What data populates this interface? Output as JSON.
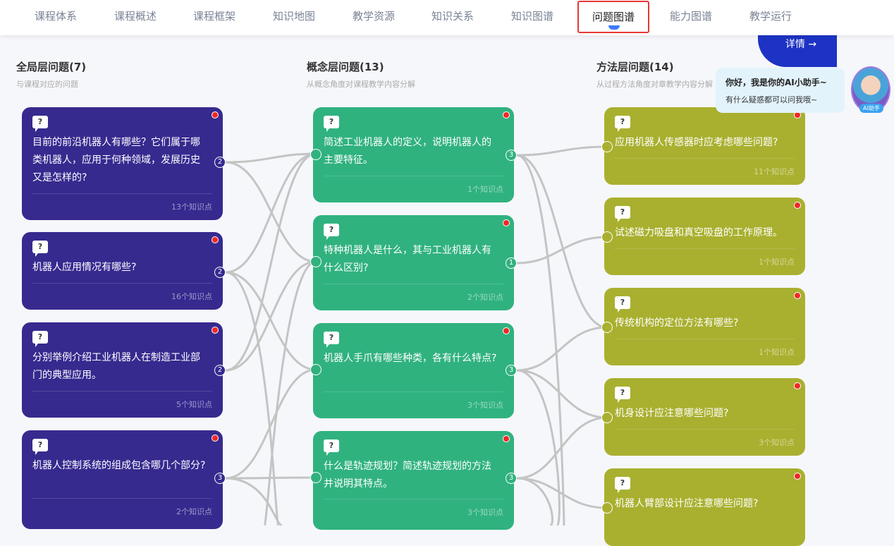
{
  "nav": {
    "tabs": [
      "课程体系",
      "课程概述",
      "课程框架",
      "知识地图",
      "教学资源",
      "知识关系",
      "知识图谱",
      "问题图谱",
      "能力图谱",
      "教学运行"
    ],
    "active": 7
  },
  "columns": [
    {
      "title": "全局层问题(7)",
      "subtitle": "与课程对应的问题",
      "cards": [
        {
          "q": "目前的前沿机器人有哪些？它们属于哪类机器人，应用于何种领域，发展历史又是怎样的?",
          "kp": "13个知识点",
          "port": "2"
        },
        {
          "q": "机器人应用情况有哪些?",
          "kp": "16个知识点",
          "port": "2"
        },
        {
          "q": "分别举例介绍工业机器人在制造工业部门的典型应用。",
          "kp": "5个知识点",
          "port": "2"
        },
        {
          "q": "机器人控制系统的组成包含哪几个部分?",
          "kp": "2个知识点",
          "port": "3"
        }
      ]
    },
    {
      "title": "概念层问题(13)",
      "subtitle": "从概念角度对课程教学内容分解",
      "cards": [
        {
          "q": "简述工业机器人的定义，说明机器人的主要特征。",
          "kp": "1个知识点",
          "port": "3"
        },
        {
          "q": "特种机器人是什么，其与工业机器人有什么区别?",
          "kp": "2个知识点",
          "port": "1"
        },
        {
          "q": "机器人手爪有哪些种类，各有什么特点?",
          "kp": "3个知识点",
          "port": "3"
        },
        {
          "q": "什么是轨迹规划？简述轨迹规划的方法并说明其特点。",
          "kp": "3个知识点",
          "port": "3"
        }
      ]
    },
    {
      "title": "方法层问题(14)",
      "subtitle": "从过程方法角度对章教学内容分解",
      "cards": [
        {
          "q": "应用机器人传感器时应考虑哪些问题?",
          "kp": "11个知识点"
        },
        {
          "q": "试述磁力吸盘和真空吸盘的工作原理。",
          "kp": "1个知识点"
        },
        {
          "q": "传统机构的定位方法有哪些?",
          "kp": "1个知识点"
        },
        {
          "q": "机身设计应注意哪些问题?",
          "kp": "3个知识点"
        },
        {
          "q": "机器人臂部设计应注意哪些问题?",
          "kp": ""
        }
      ]
    }
  ],
  "detail_button": "详情 →",
  "assistant": {
    "greeting": "你好，我是你的AI小助手~",
    "prompt": "有什么疑惑都可以问我哦~",
    "badge": "AI助手"
  },
  "question_icon": "?",
  "colors": {
    "global": "#362a8f",
    "concept": "#30b27f",
    "method": "#a9b02f",
    "accent": "#1d33c4"
  }
}
